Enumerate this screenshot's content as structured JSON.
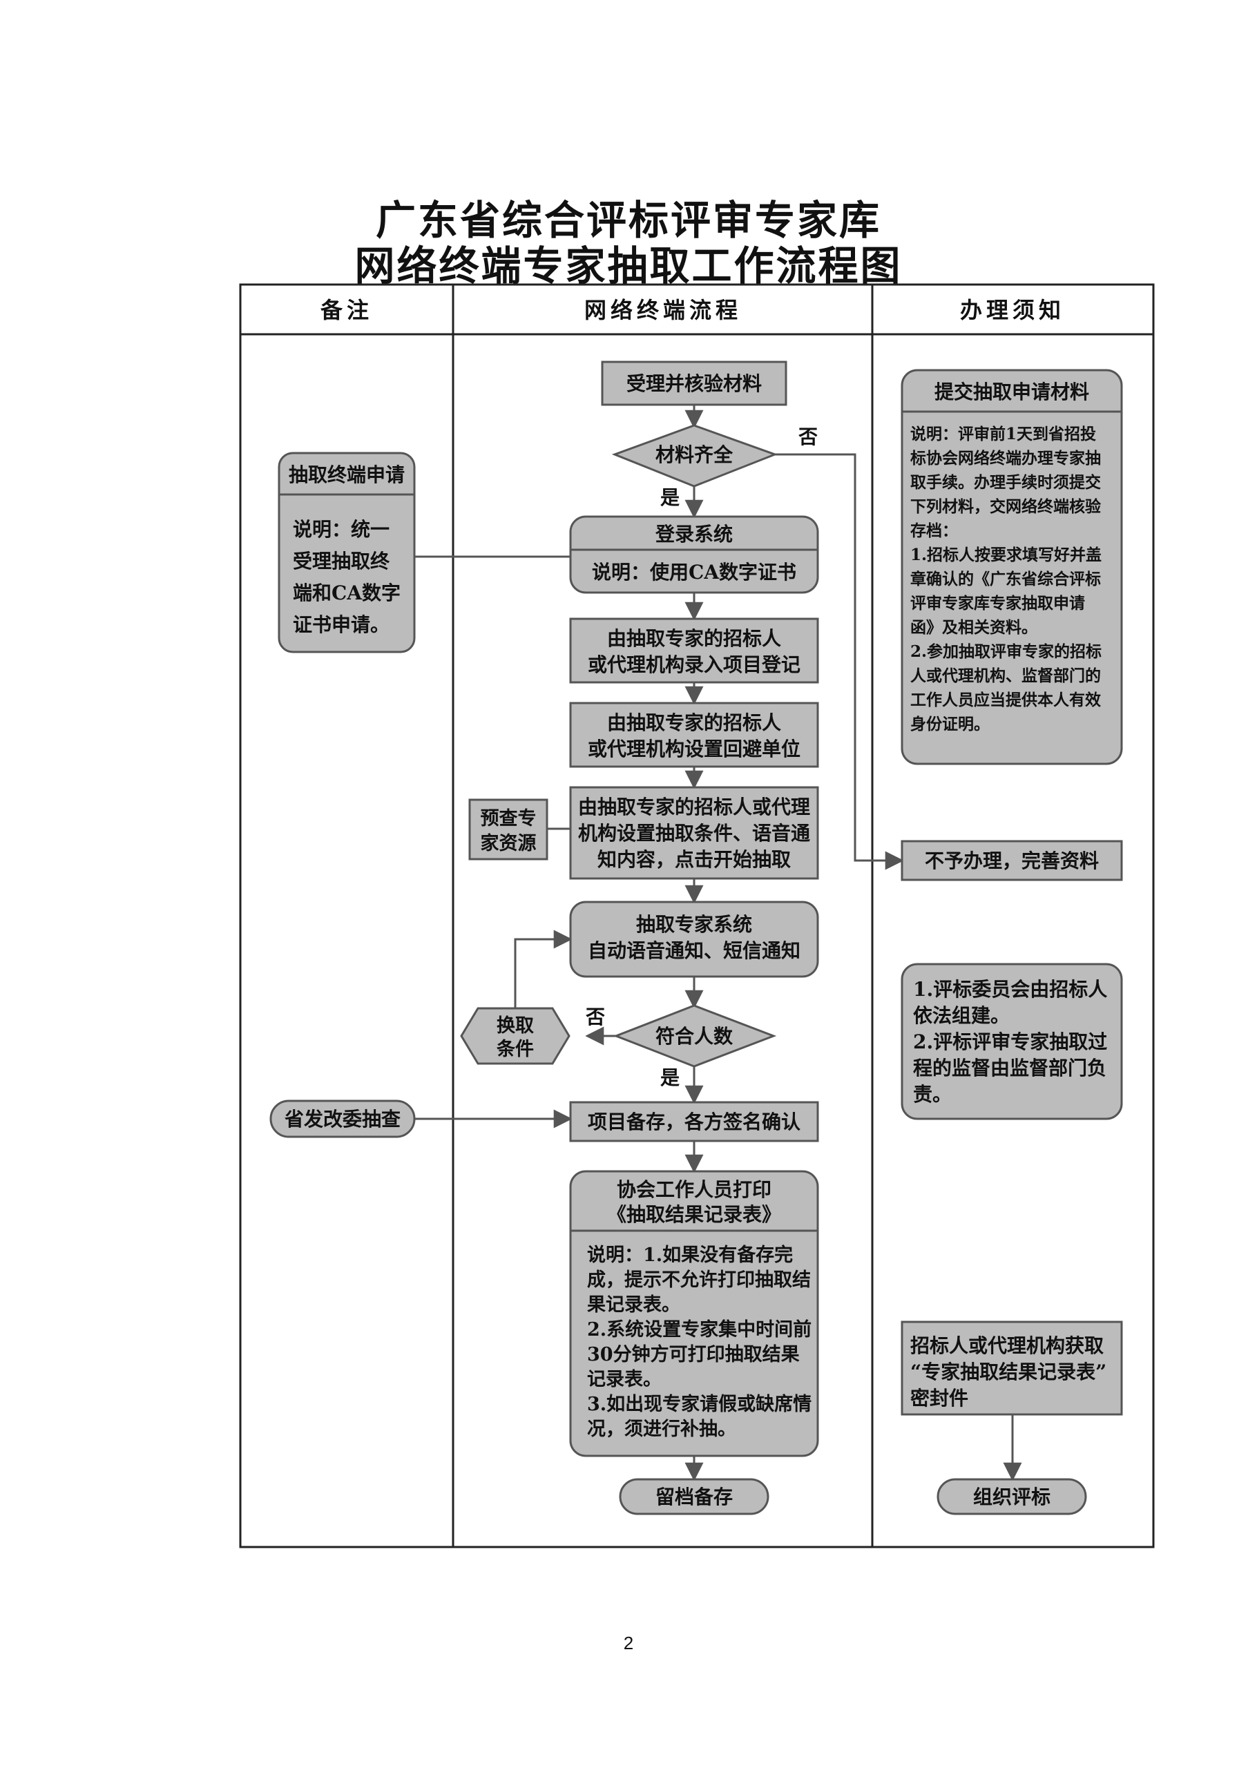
{
  "title": {
    "line1": "广东省综合评标评审专家库",
    "line2": "网络终端专家抽取工作流程图"
  },
  "columns": {
    "remarks": "备注",
    "process": "网络终端流程",
    "notice": "办理须知"
  },
  "process": {
    "accept": "受理并核验材料",
    "materials_complete": "材料齐全",
    "no1": "否",
    "yes1": "是",
    "login_title": "登录系统",
    "login_note": "说明：使用CA数字证书",
    "register_lines": [
      "由抽取专家的招标人",
      "或代理机构录入项目登记"
    ],
    "avoid_lines": [
      "由抽取专家的招标人",
      "或代理机构设置回避单位"
    ],
    "conditions_lines": [
      "由抽取专家的招标人或代理",
      "机构设置抽取条件、语音通",
      "知内容，点击开始抽取"
    ],
    "preview_lines": [
      "预查专",
      "家资源"
    ],
    "system_lines": [
      "抽取专家系统",
      "自动语音通知、短信通知"
    ],
    "enough_people": "符合人数",
    "no2": "否",
    "yes2": "是",
    "change_lines": [
      "换取",
      "条件"
    ],
    "record": "项目备存，各方签名确认",
    "print_lines": [
      "协会工作人员打印",
      "《抽取结果记录表》"
    ],
    "print_note_lines": [
      "说明：1.如果没有备存完",
      "成，提示不允许打印抽取结",
      "果记录表。",
      "2.系统设置专家集中时间前",
      "30分钟方可打印抽取结果",
      "记录表。",
      "3.如出现专家请假或缺席情",
      "况，须进行补抽。"
    ],
    "archive": "留档备存"
  },
  "remarks": {
    "terminal_title": "抽取终端申请",
    "terminal_note_lines": [
      "说明：统一",
      "受理抽取终",
      "端和CA数字",
      "证书申请。"
    ],
    "check": "省发改委抽查"
  },
  "notice": {
    "submit_title": "提交抽取申请材料",
    "submit_note_lines": [
      "说明：评审前1天到省招投",
      "标协会网络终端办理专家抽",
      "取手续。办理手续时须提交",
      "下列材料，交网络终端核验",
      "存档：",
      "1.招标人按要求填写好并盖",
      "章确认的《广东省综合评标",
      "评审专家库专家抽取申请",
      "函》及相关资料。",
      "2.参加抽取评审专家的招标",
      "人或代理机构、监督部门的",
      "工作人员应当提供本人有效",
      "身份证明。"
    ],
    "reject": "不予办理，完善资料",
    "committee_lines": [
      "1.评标委员会由招标人",
      "依法组建。",
      "2.评标评审专家抽取过",
      "程的监督由监督部门负",
      "责。"
    ],
    "sealed_lines": [
      "招标人或代理机构获取",
      "“专家抽取结果记录表”",
      "密封件"
    ],
    "organize": "组织评标"
  },
  "page_number": "2",
  "colors": {
    "box_fill": "#bcbcbc",
    "header_fill": "#b3b3b3",
    "stroke": "#555555",
    "table_border": "#222222"
  }
}
